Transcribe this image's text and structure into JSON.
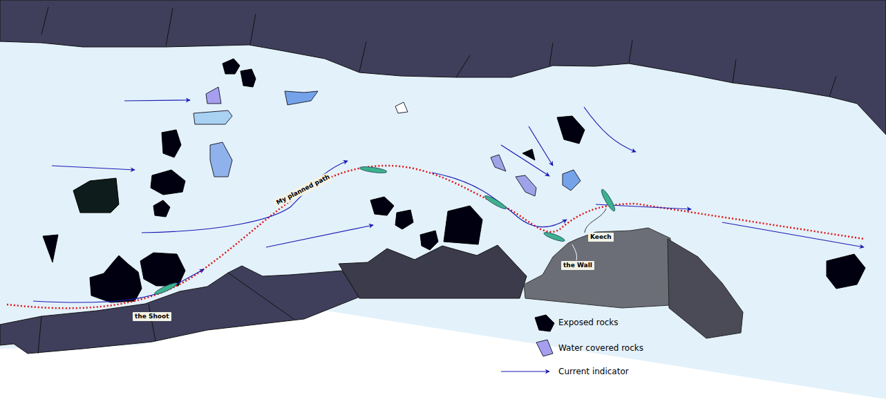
{
  "diagram": {
    "labels": [
      "My planned path",
      "the Shoot",
      "Keech",
      "the Wall"
    ],
    "legend": [
      {
        "text": "Exposed rocks"
      },
      {
        "text": "Water covered rocks"
      },
      {
        "text": "Current indicator"
      }
    ]
  }
}
